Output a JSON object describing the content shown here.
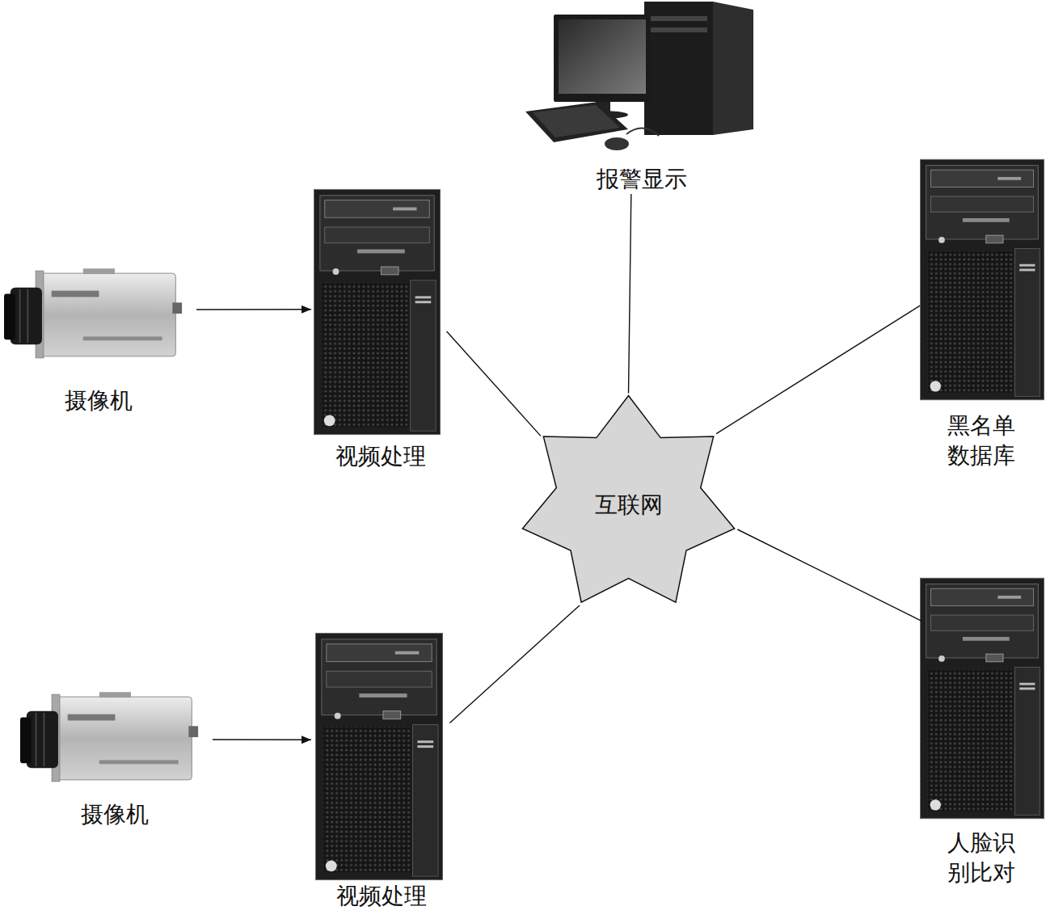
{
  "diagram": {
    "nodes": [
      {
        "text": [
          "报警显示"
        ]
      },
      {
        "text": [
          "摄像机"
        ]
      },
      {
        "text": [
          "视频处理"
        ]
      },
      {
        "text": [
          "黑名单 数据库"
        ]
      },
      {
        "text": [
          "互联网"
        ]
      },
      {
        "text": [
          "摄像机"
        ]
      },
      {
        "text": [
          "视频处理"
        ]
      },
      {
        "text": [
          "人脸识 别比对"
        ]
      }
    ],
    "edges": [
      {
        "from": 1,
        "to": 2,
        "arrow": "to"
      },
      {
        "from": 2,
        "to": 4,
        "arrow": "none"
      },
      {
        "from": 0,
        "to": 4,
        "arrow": "none"
      },
      {
        "from": 3,
        "to": 4,
        "arrow": "none"
      },
      {
        "from": 7,
        "to": 4,
        "arrow": "none"
      },
      {
        "from": 5,
        "to": 6,
        "arrow": "to"
      },
      {
        "from": 6,
        "to": 4,
        "arrow": "none"
      }
    ]
  }
}
